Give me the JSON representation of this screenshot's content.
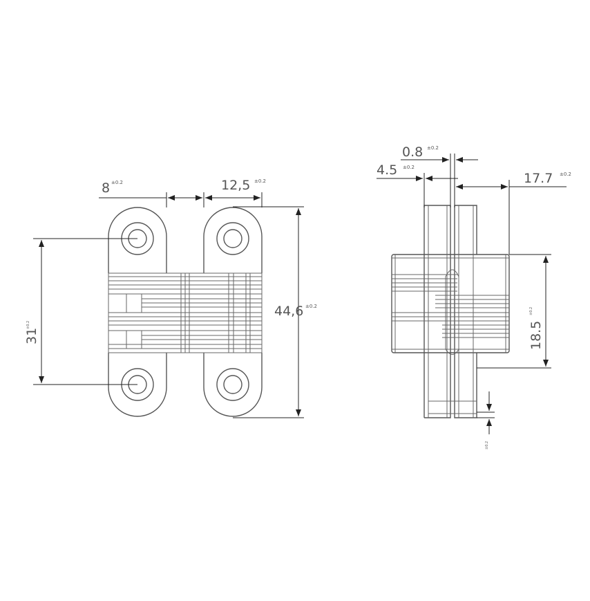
{
  "front_view": {
    "dim_width_gap": {
      "value": "8",
      "tolerance": "±0.2"
    },
    "dim_leaf_width": {
      "value": "12,5",
      "tolerance": "±0.2"
    },
    "dim_height": {
      "value": "44,6",
      "tolerance": "±0.2"
    },
    "dim_hole_pitch": {
      "value": "31",
      "tolerance": "±0.2"
    }
  },
  "side_view": {
    "dim_thickness": {
      "value": "0.8",
      "tolerance": "±0.2"
    },
    "dim_offset": {
      "value": "4.5",
      "tolerance": "±0.2"
    },
    "dim_body_depth": {
      "value": "17.7",
      "tolerance": "±0.2"
    },
    "dim_body_height": {
      "value": "18.5",
      "tolerance": "±0.2"
    },
    "dim_bottom_tolerance": {
      "tolerance": "±0.2"
    }
  },
  "colors": {
    "line": "#666666",
    "dimension": "#222222",
    "text": "#555555"
  }
}
